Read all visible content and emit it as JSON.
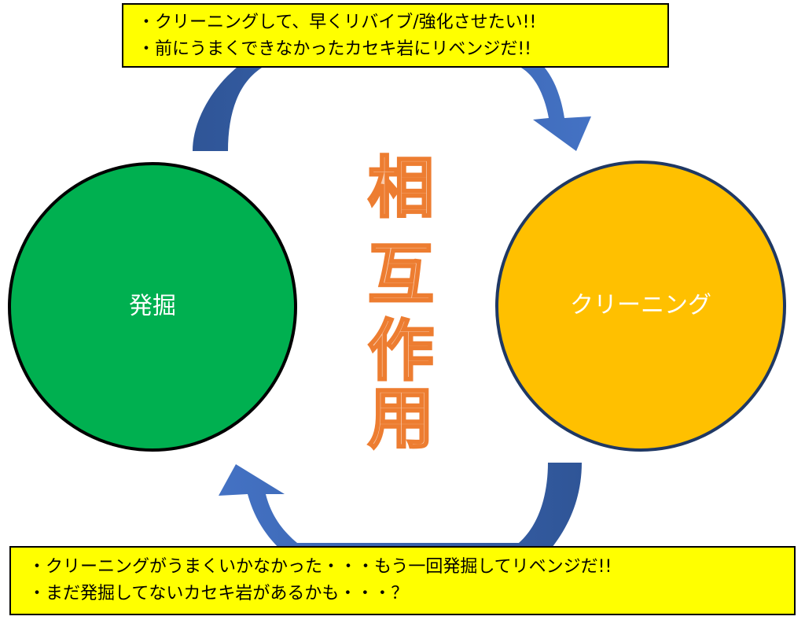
{
  "colors": {
    "excavation_fill": "#00b050",
    "cleaning_fill": "#ffc000",
    "cleaning_border": "#1f3864",
    "arrow_blue": "#4472c4",
    "arrow_blue_dark": "#2f5597",
    "center_text_fill": "#f8cbad",
    "center_text_stroke": "#ed7d31",
    "note_background": "#ffff00"
  },
  "icons": {
    "top_arrow": "curved-arrow-clockwise-icon",
    "bottom_arrow": "curved-arrow-clockwise-icon"
  },
  "circles": {
    "left_label": "発掘",
    "right_label": "クリーニング"
  },
  "center_text": {
    "chars": [
      "相",
      "互",
      "作",
      "用"
    ]
  },
  "notes": {
    "top": [
      "・クリーニングして、早くリバイブ/強化させたい!!",
      "・前にうまくできなかったカセキ岩にリベンジだ!!"
    ],
    "bottom": [
      "・クリーニングがうまくいかなかった・・・もう一回発掘してリベンジだ!!",
      "・まだ発掘してないカセキ岩があるかも・・・？"
    ]
  }
}
